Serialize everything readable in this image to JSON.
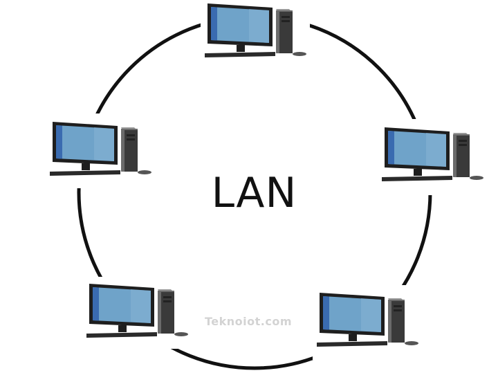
{
  "center_label": "LAN",
  "watermark": "Teknoiot.com",
  "colors": {
    "ring": "#111111",
    "screen": "#6fa3c9",
    "screen_edge": "#3a6bb0",
    "bezel": "#222222",
    "tower_front": "#3a3a3a",
    "tower_side": "#6b6b6b"
  },
  "nodes": [
    {
      "id": "top",
      "icon": "desktop-computer-icon"
    },
    {
      "id": "right",
      "icon": "desktop-computer-icon"
    },
    {
      "id": "bottom-right",
      "icon": "desktop-computer-icon"
    },
    {
      "id": "bottom-left",
      "icon": "desktop-computer-icon"
    },
    {
      "id": "left",
      "icon": "desktop-computer-icon"
    }
  ]
}
